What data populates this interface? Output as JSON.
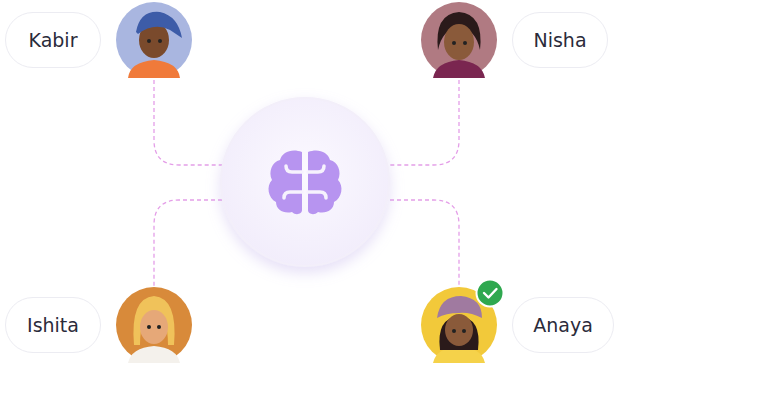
{
  "diagram": {
    "nodes": [
      {
        "text": [
          "Kabir"
        ]
      },
      {
        "text": [
          "Nisha"
        ]
      },
      {
        "text": [
          "Ishita"
        ]
      },
      {
        "text": [
          "Anaya"
        ]
      }
    ]
  }
}
